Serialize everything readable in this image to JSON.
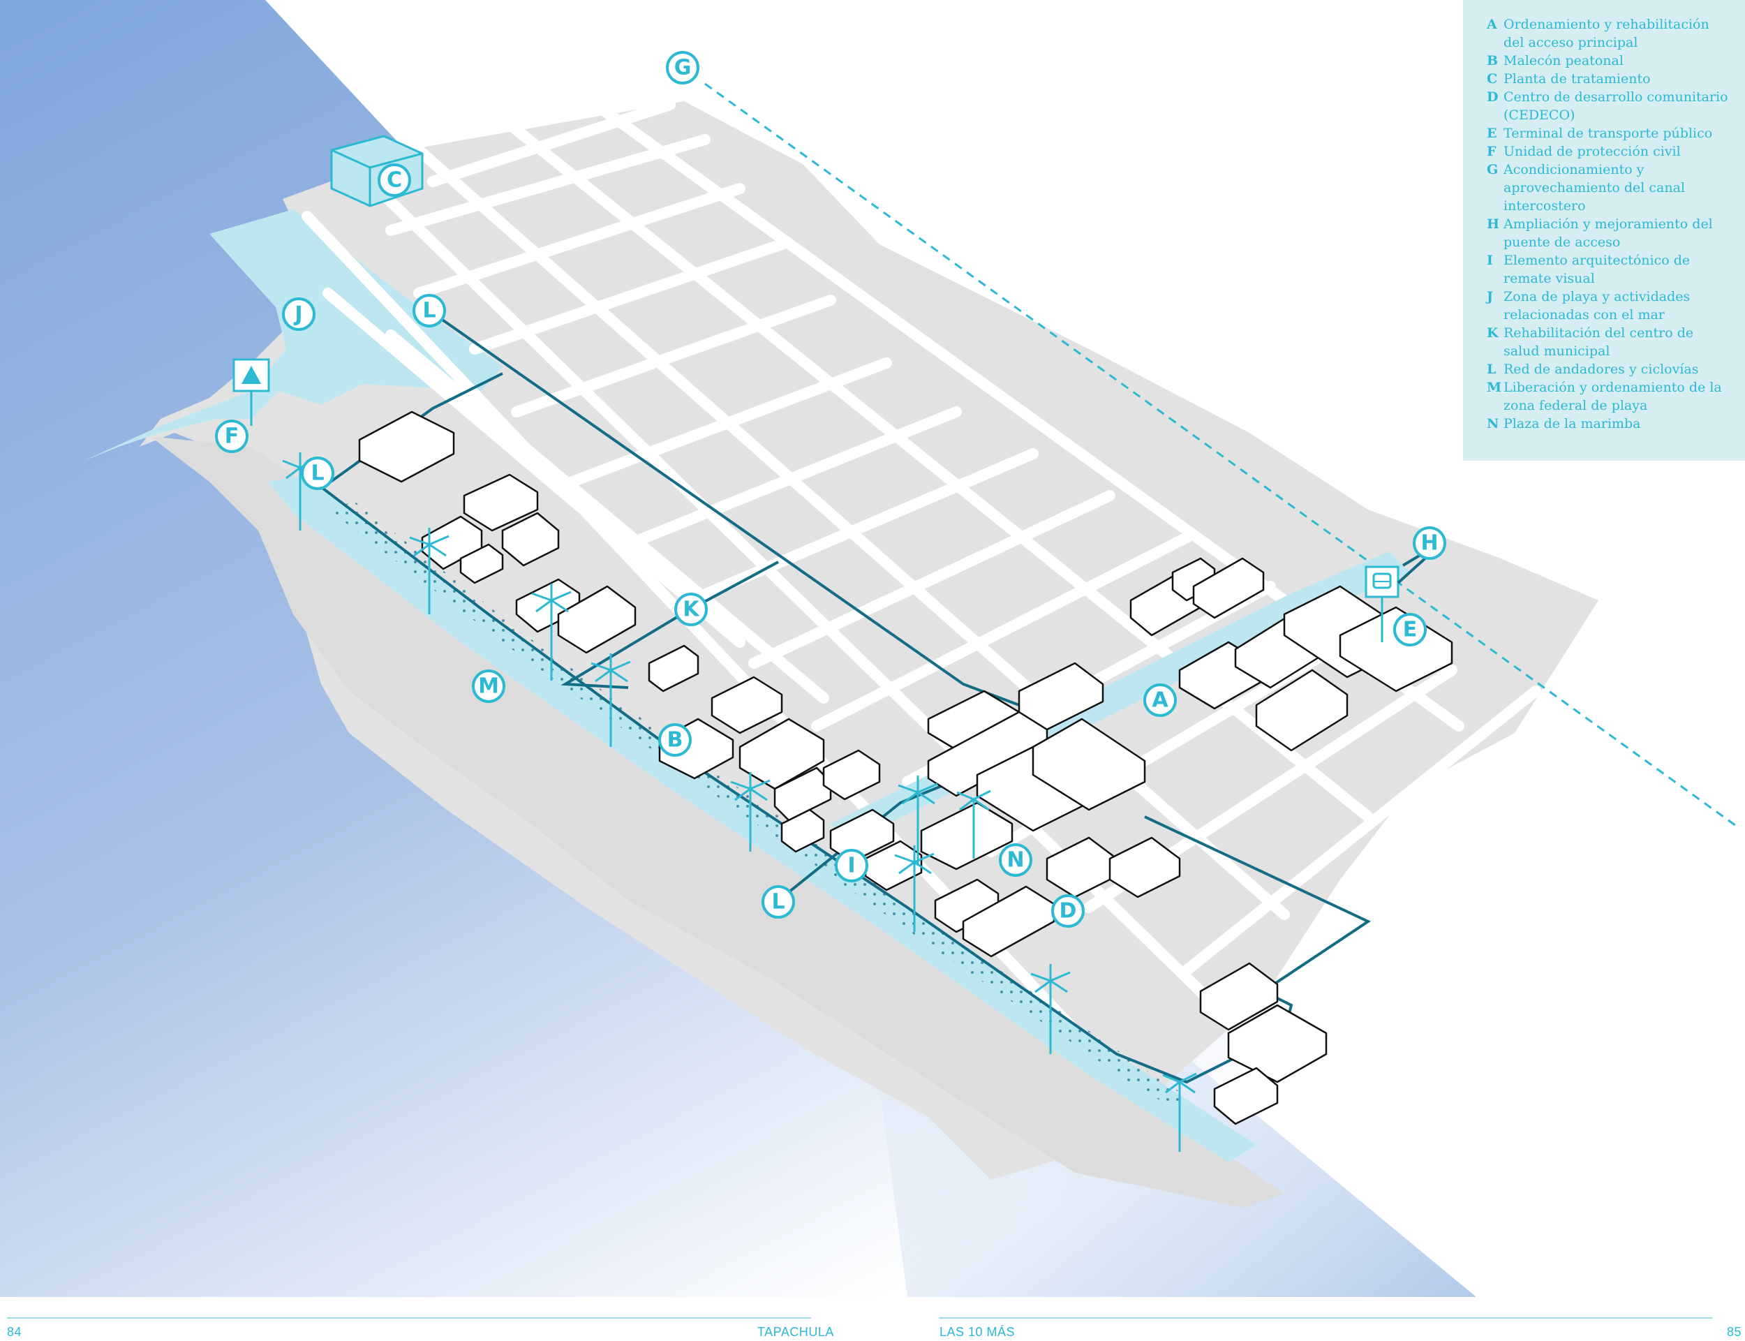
{
  "colors": {
    "ocean": "#8aaee0",
    "land": "#e2e2e2",
    "street": "#ffffff",
    "zone": "#bde7f0",
    "route": "#136d86",
    "accent": "#2bb9d3",
    "legend_bg": "#d6edf2"
  },
  "legend": [
    {
      "key": "A",
      "text": "Ordenamiento y rehabilitación del acceso principal"
    },
    {
      "key": "B",
      "text": "Malecón peatonal"
    },
    {
      "key": "C",
      "text": "Planta de tratamiento"
    },
    {
      "key": "D",
      "text": "Centro de desarrollo comunitario (CEDECO)"
    },
    {
      "key": "E",
      "text": "Terminal de transporte público"
    },
    {
      "key": "F",
      "text": "Unidad de protección civil"
    },
    {
      "key": "G",
      "text": "Acondicionamiento y aprovechamiento del canal intercostero"
    },
    {
      "key": "H",
      "text": "Ampliación y mejoramiento del puente de acceso"
    },
    {
      "key": "I",
      "text": "Elemento arquitectónico de remate visual"
    },
    {
      "key": "J",
      "text": "Zona de playa y actividades relacionadas con el mar"
    },
    {
      "key": "K",
      "text": "Rehabilitación del centro de salud municipal"
    },
    {
      "key": "L",
      "text": "Red de andadores y ciclovías"
    },
    {
      "key": "M",
      "text": "Liberación y ordenamiento de la zona federal de playa"
    },
    {
      "key": "N",
      "text": "Plaza de la marimba"
    }
  ],
  "markers": {
    "G": "G",
    "C": "C",
    "J": "J",
    "L1": "L",
    "F": "F",
    "L2": "L",
    "K": "K",
    "M": "M",
    "B": "B",
    "A": "A",
    "H": "H",
    "E": "E",
    "I": "I",
    "N": "N",
    "L3": "L",
    "D": "D"
  },
  "icons": {
    "civil_protection": "triangle-icon",
    "bus_terminal": "bus-icon"
  },
  "footer": {
    "left_page": "84",
    "left_title": "TAPACHULA",
    "right_title": "LAS 10 MÁS",
    "right_page": "85"
  }
}
